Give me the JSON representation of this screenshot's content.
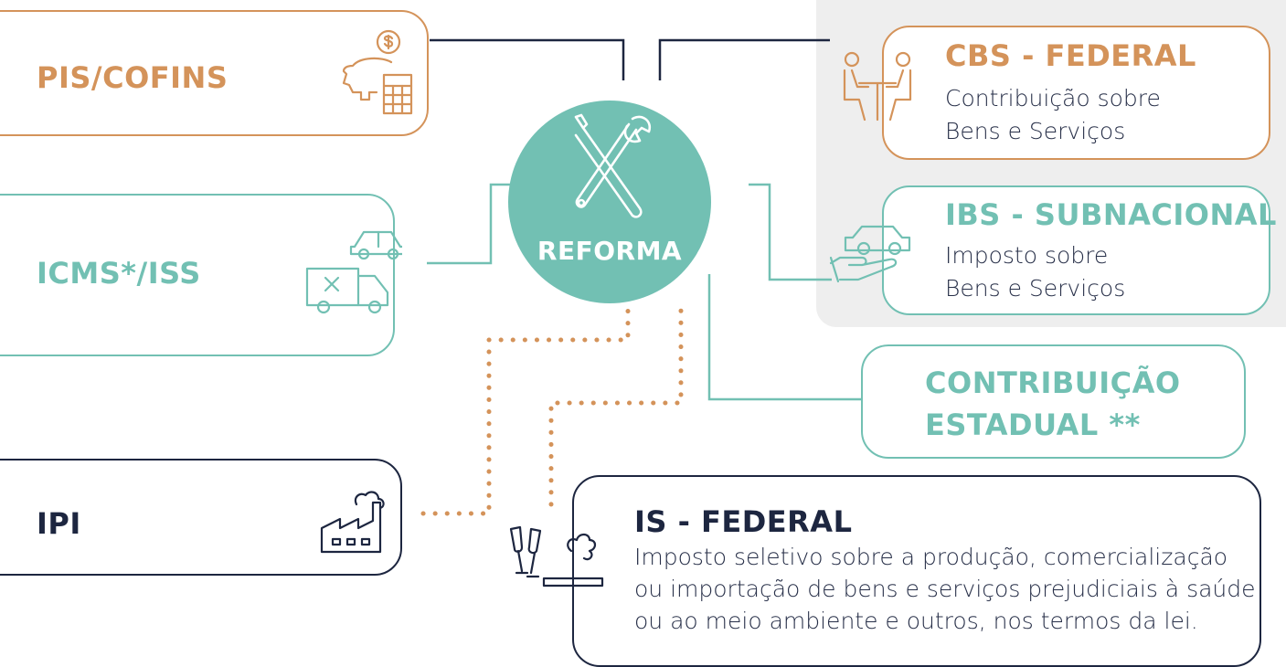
{
  "hub": {
    "label": "REFORMA",
    "icon": "tools-icon"
  },
  "current_taxes": [
    {
      "key": "pis_cofins",
      "title": "PIS/COFINS",
      "icon": "piggy-bank-calculator-icon"
    },
    {
      "key": "icms_iss",
      "title": "ICMS*/ISS",
      "icon": "vehicles-icon"
    },
    {
      "key": "ipi",
      "title": "IPI",
      "icon": "factory-icon"
    }
  ],
  "new_taxes": [
    {
      "key": "cbs",
      "title": "CBS - FEDERAL",
      "line1": "Contribuição sobre",
      "line2": "Bens e Serviços",
      "icon": "meeting-icon"
    },
    {
      "key": "ibs",
      "title": "IBS - SUBNACIONAL",
      "line1": "Imposto sobre",
      "line2": "Bens e Serviços",
      "icon": "hand-car-icon"
    },
    {
      "key": "contrib_estadual",
      "line1": "CONTRIBUIÇÃO",
      "line2": "ESTADUAL **"
    },
    {
      "key": "is",
      "title": "IS - FEDERAL",
      "line1": "Imposto seletivo sobre a produção, comercialização",
      "line2": "ou importação de bens e serviços prejudiciais à saúde",
      "line3": "ou ao meio ambiente e outros, nos termos da lei.",
      "icon": "champagne-smoke-icon"
    }
  ],
  "colors": {
    "orange": "#d4935a",
    "teal": "#72c0b3",
    "navy": "#1d2640",
    "grey_panel": "#eeeeee"
  }
}
